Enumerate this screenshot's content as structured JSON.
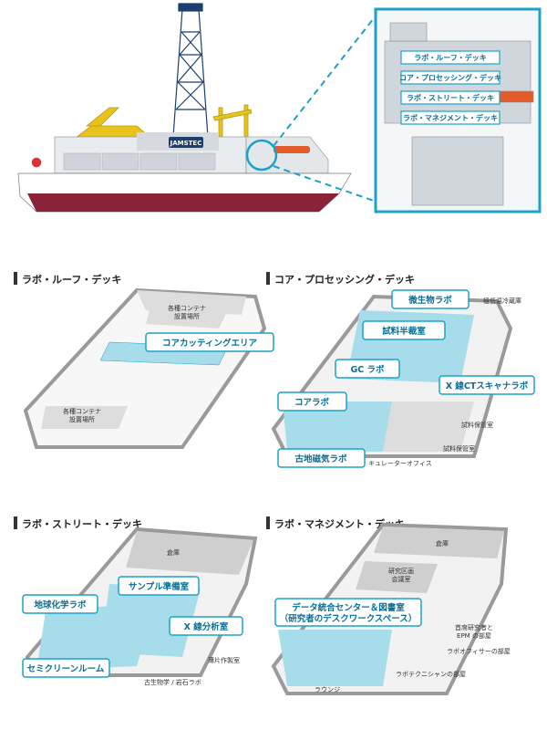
{
  "ship": {
    "brand": "JAMSTEC",
    "deck_tags": [
      "ラボ・ルーフ・デッキ",
      "コア・プロセッシング・デッキ",
      "ラボ・ストリート・デッキ",
      "ラボ・マネジメント・デッキ"
    ]
  },
  "panels": [
    {
      "title": "ラボ・ルーフ・デッキ",
      "callouts": [
        "コアカッティングエリア"
      ],
      "labels": [
        "各種コンテナ\n設置場所",
        "各種コンテナ\n設置場所"
      ]
    },
    {
      "title": "コア・プロセッシング・デッキ",
      "callouts": [
        "微生物ラボ",
        "試料半裁室",
        "GC ラボ",
        "X 線CTスキャナラボ",
        "コアラボ",
        "古地磁気ラボ"
      ],
      "labels": [
        "極低温冷蔵庫",
        "試料保管室",
        "試料保管室",
        "キュレーターオフィス"
      ]
    },
    {
      "title": "ラボ・ストリート・デッキ",
      "callouts": [
        "サンプル準備室",
        "地球化学ラボ",
        "X 線分析室",
        "セミクリーンルーム"
      ],
      "labels": [
        "倉庫",
        "薄片作製室",
        "古生物学 / 岩石ラボ"
      ]
    },
    {
      "title": "ラボ・マネジメント・デッキ",
      "callouts": [
        "データ統合センター＆図書室\n（研究者のデスクワークスペース）"
      ],
      "labels": [
        "倉庫",
        "研究区画\n会議室",
        "首席研究者と\nEPM の部屋",
        "ラボオフィサーの部屋",
        "ラボテクニシャンの部屋",
        "ラウンジ"
      ]
    }
  ],
  "colors": {
    "accent": "#1aa3c8",
    "floor": "#a7dcea",
    "wall": "#9a9a9a",
    "dark": "#3d3d3d",
    "hull": "#8a2337"
  }
}
